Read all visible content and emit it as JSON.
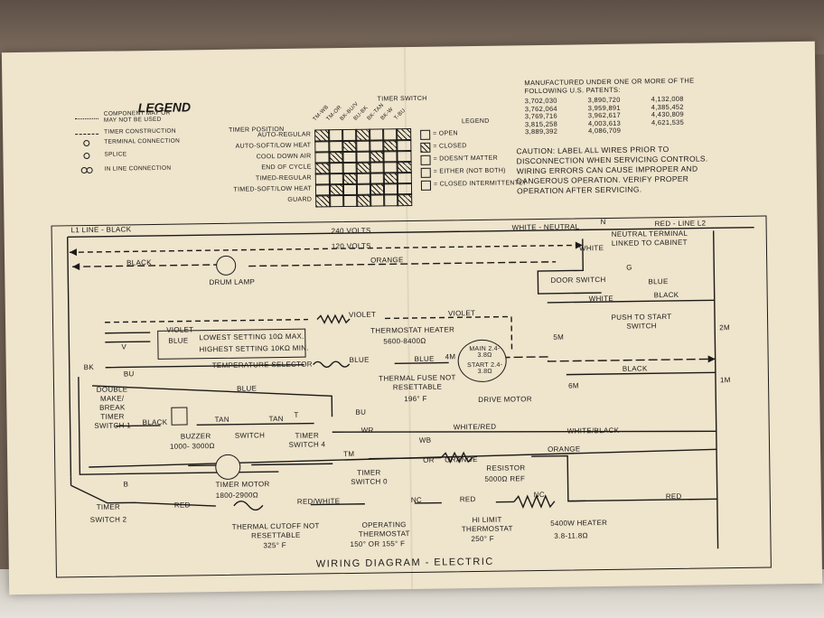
{
  "legend": {
    "title": "LEGEND",
    "items": [
      "COMPONENT MAY OR MAY NOT BE USED",
      "TIMER CONSTRUCTION",
      "TERMINAL CONNECTION",
      "SPLICE",
      "IN LINE CONNECTION"
    ]
  },
  "timer": {
    "header": "TIMER SWITCH",
    "position_label": "TIMER POSITION",
    "columns": [
      "TM-WB",
      "TM-OR",
      "BK-BU/V",
      "BU-BK",
      "BK-TAN",
      "BK-W",
      "T-BU"
    ],
    "rows": [
      "AUTO-REGULAR",
      "AUTO-SOFT/LOW HEAT",
      "COOL DOWN AIR",
      "END OF CYCLE",
      "TIMED-REGULAR",
      "TIMED-SOFT/LOW HEAT",
      "GUARD"
    ],
    "key_title": "LEGEND",
    "key": [
      "= OPEN",
      "= CLOSED",
      "= DOESN'T MATTER",
      "= EITHER (NOT BOTH)",
      "= CLOSED INTERMITTENTLY"
    ]
  },
  "patents": {
    "heading": "MANUFACTURED UNDER ONE OR MORE OF THE FOLLOWING U.S. PATENTS:",
    "col1": [
      "3,702,030",
      "3,762,064",
      "3,769,716",
      "3,815,258",
      "3,889,392"
    ],
    "col2": [
      "3,890,720",
      "3,959,891",
      "3,962,617",
      "4,003,613",
      "4,086,709"
    ],
    "col3": [
      "4,132,008",
      "4,385,452",
      "4,430,809",
      "4,621,535"
    ]
  },
  "caution": "CAUTION: LABEL ALL WIRES PRIOR TO DISCONNECTION WHEN SERVICING CONTROLS. WIRING ERRORS CAN CAUSE IMPROPER AND DANGEROUS OPERATION. VERIFY PROPER OPERATION AFTER SERVICING.",
  "labels": {
    "l1": "L1 LINE - BLACK",
    "l2": "RED - LINE L2",
    "v240": "240 VOLTS",
    "v120": "120 VOLTS",
    "white_neutral": "WHITE - NEUTRAL",
    "n": "N",
    "neutral_terminal": "NEUTRAL TERMINAL LINKED TO CABINET",
    "white1": "WHITE",
    "black_top": "BLACK",
    "orange_top": "ORANGE",
    "drum_lamp": "DRUM LAMP",
    "door_switch": "DOOR SWITCH",
    "g": "G",
    "blue_door": "BLUE",
    "violet1": "VIOLET",
    "violet2": "VIOLET",
    "violet3": "VIOLET",
    "blue_sel": "BLUE",
    "thermostat_heater": "THERMOSTAT HEATER",
    "th_ohms": "5600-8400Ω",
    "lowest": "LOWEST SETTING 10Ω MAX.",
    "highest": "HIGHEST SETTING 10KΩ MIN.",
    "temp_selector": "TEMPERATURE SELECTOR",
    "white2": "WHITE",
    "black_push": "BLACK",
    "push_start": "PUSH TO START SWITCH",
    "main_w": "MAIN 2.4-3.8Ω",
    "start_w": "START 2.4-3.8Ω",
    "t5m": "5M",
    "t4m": "4M",
    "t6m": "6M",
    "t2m": "2M",
    "t1m": "1M",
    "blue_fuse_l": "BLUE",
    "blue_fuse_r": "BLUE",
    "thermal_fuse": "THERMAL FUSE NOT RESETTABLE",
    "tf_temp": "196° F",
    "drive_motor": "DRIVE MOTOR",
    "black_motor": "BLACK",
    "v": "V",
    "bk": "BK",
    "bu": "BU",
    "double_timer": "DOUBLE MAKE/ BREAK TIMER SWITCH 1",
    "blue_mid": "BLUE",
    "bu2": "BU",
    "black_buz": "BLACK",
    "tan1": "TAN",
    "tan2": "TAN",
    "t": "T",
    "wr": "WR",
    "buzzer": "BUZZER",
    "buz_ohms": "1000- 3000Ω",
    "switch": "SWITCH",
    "timer_sw4": "TIMER SWITCH 4",
    "white_red": "WHITE/RED",
    "white_black": "WHITE/BLACK",
    "tm": "TM",
    "wb": "WB",
    "or": "OR",
    "orange_res": "ORANGE",
    "orange2": "ORANGE",
    "timer_motor": "TIMER MOTOR",
    "tm_ohms": "1800-2900Ω",
    "timer_sw0": "TIMER SWITCH 0",
    "resistor": "RESISTOR",
    "res_ohms": "5000Ω REF",
    "tsw2_b": "B",
    "timer_sw2": "TIMER SWITCH 2",
    "red1": "RED",
    "red_white": "RED/WHITE",
    "nc1": "NC",
    "red2": "RED",
    "nc2": "NC",
    "red3": "RED",
    "thermal_cutoff": "THERMAL CUTOFF NOT RESETTABLE",
    "tc_temp": "325° F",
    "op_thermostat": "OPERATING THERMOSTAT",
    "op_temp": "150° OR 155° F",
    "hi_limit": "HI LIMIT THERMOSTAT",
    "hl_temp": "250° F",
    "heater": "5400W HEATER",
    "heater_ohms": "3.8-11.8Ω",
    "footer": "WIRING DIAGRAM - ELECTRIC"
  },
  "colors": {
    "paper": "#efe4cc",
    "ink": "#1b1a18",
    "background": "#6e5f52"
  }
}
